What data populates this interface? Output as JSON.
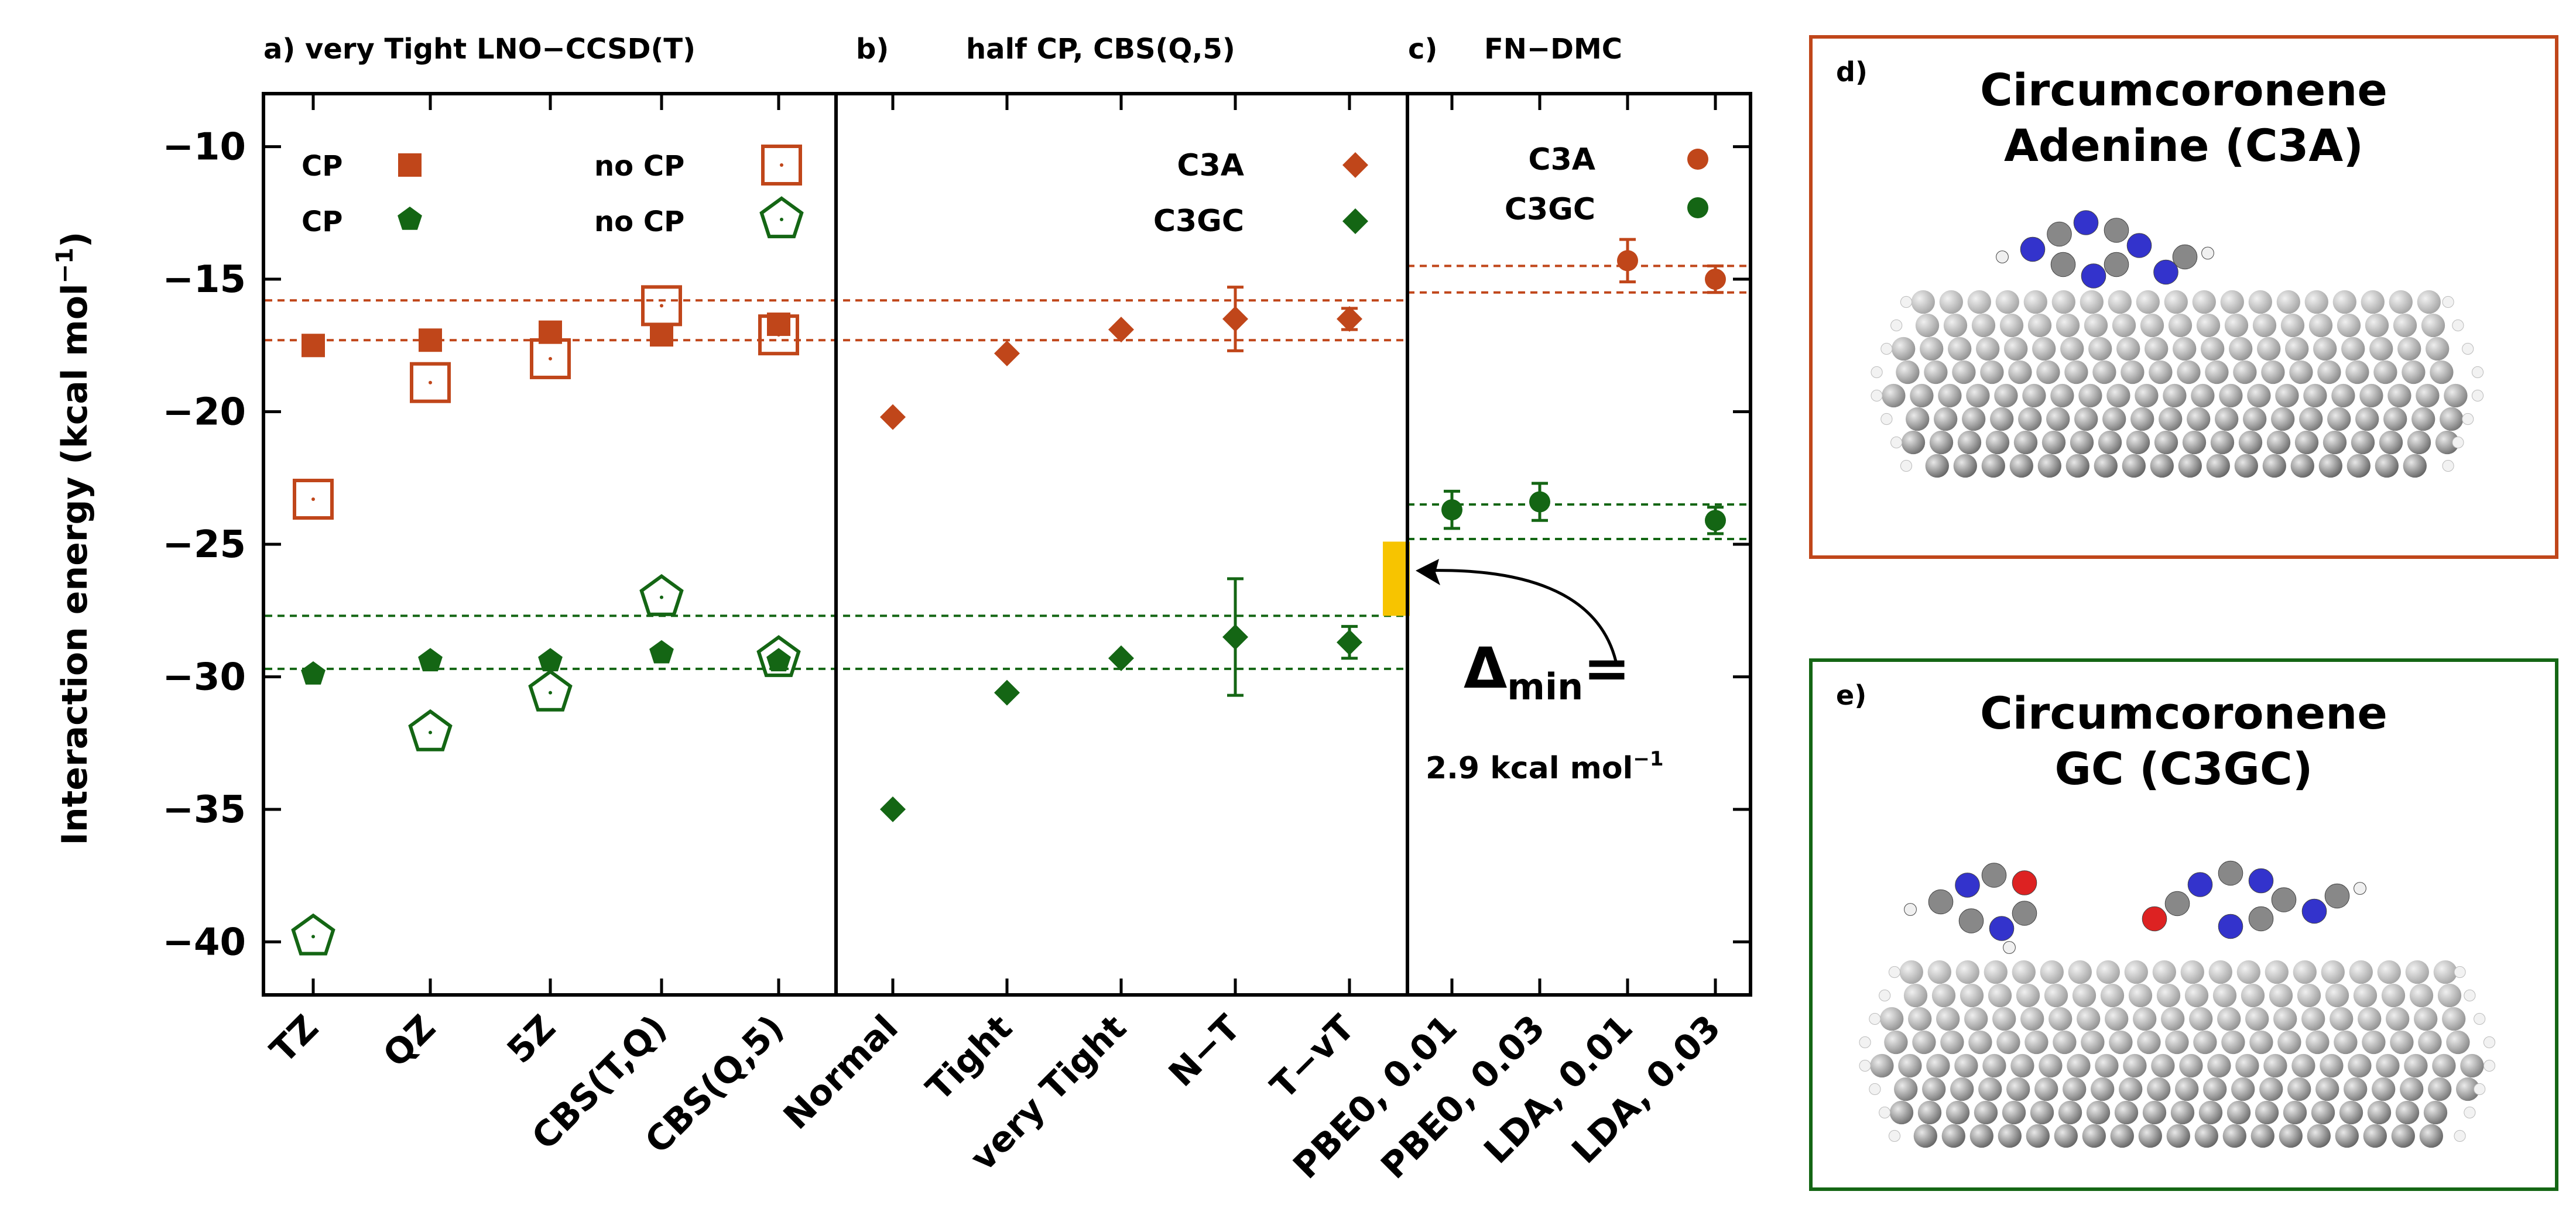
{
  "colors": {
    "c3a": "#c0461a",
    "c3gc": "#146614",
    "delta_bar": "#f7c400",
    "axis": "#000000"
  },
  "chart_data": {
    "type": "scatter",
    "ylabel": "Interaction energy (kcal mol",
    "ylabel_sup": "−1",
    "ylabel_close": ")",
    "ylim": [
      -42,
      -8
    ],
    "yticks": [
      -10,
      -15,
      -20,
      -25,
      -30,
      -35,
      -40
    ],
    "ytick_labels": [
      "−10",
      "−15",
      "−20",
      "−25",
      "−30",
      "−35",
      "−40"
    ],
    "panels": [
      {
        "id": "a",
        "title": "a) very Tight LNO−CCSD(T)",
        "categories": [
          "TZ",
          "QZ",
          "5Z",
          "CBS(T,Q)",
          "CBS(Q,5)"
        ],
        "series": [
          {
            "name": "CP",
            "system": "C3A",
            "marker": "square-filled",
            "values": [
              -17.5,
              -17.3,
              -17.0,
              -17.1,
              -16.7
            ]
          },
          {
            "name": "no CP",
            "system": "C3A",
            "marker": "square-open",
            "values": [
              -23.3,
              -18.9,
              -18.0,
              -16.0,
              -17.1
            ]
          },
          {
            "name": "CP",
            "system": "C3GC",
            "marker": "pentagon-filled",
            "values": [
              -29.9,
              -29.4,
              -29.4,
              -29.1,
              -29.4
            ]
          },
          {
            "name": "no CP",
            "system": "C3GC",
            "marker": "pentagon-open",
            "values": [
              -39.8,
              -32.1,
              -30.6,
              -27.0,
              -29.3
            ]
          }
        ]
      },
      {
        "id": "b",
        "title_letter": "b)",
        "title": "half CP, CBS(Q,5)",
        "categories": [
          "Normal",
          "Tight",
          "very Tight",
          "N−T",
          "T−vT"
        ],
        "series": [
          {
            "name": "C3A",
            "marker": "diamond",
            "values": [
              -20.2,
              -17.8,
              -16.9,
              -16.5,
              -16.5
            ],
            "errors": [
              null,
              null,
              null,
              1.2,
              0.4
            ]
          },
          {
            "name": "C3GC",
            "marker": "diamond",
            "values": [
              -35.0,
              -30.6,
              -29.3,
              -28.5,
              -28.7
            ],
            "errors": [
              null,
              null,
              null,
              2.2,
              0.6
            ]
          }
        ]
      },
      {
        "id": "c",
        "title_letter": "c)",
        "title": "FN−DMC",
        "categories": [
          "PBE0, 0.01",
          "PBE0, 0.03",
          "LDA, 0.01",
          "LDA, 0.03"
        ],
        "series": [
          {
            "name": "C3A",
            "marker": "circle",
            "values": [
              null,
              null,
              -14.3,
              -15.0
            ],
            "errors": [
              null,
              null,
              0.8,
              0.5
            ]
          },
          {
            "name": "C3GC",
            "marker": "circle",
            "values": [
              -23.7,
              -23.4,
              null,
              -24.1
            ],
            "errors": [
              0.7,
              0.7,
              null,
              0.5
            ]
          }
        ]
      }
    ],
    "reference_lines": {
      "panels_ab_c3a": [
        -15.8,
        -17.3
      ],
      "panels_ab_c3gc": [
        -27.7,
        -29.7
      ],
      "panel_c_c3a": [
        -14.5,
        -15.5
      ],
      "panel_c_c3gc": [
        -23.5,
        -24.8
      ]
    },
    "delta_min": {
      "label_main": "Δ",
      "label_sub": "min",
      "label_eq": "=",
      "value_text": "2.9 kcal mol",
      "value_sup": "−1",
      "range": [
        -24.9,
        -27.7
      ]
    }
  },
  "molecules": {
    "d": {
      "label": "d)",
      "title_line1": "Circumcoronene",
      "title_line2": "Adenine (C3A)"
    },
    "e": {
      "label": "e)",
      "title_line1": "Circumcoronene",
      "title_line2": "GC (C3GC)"
    }
  }
}
